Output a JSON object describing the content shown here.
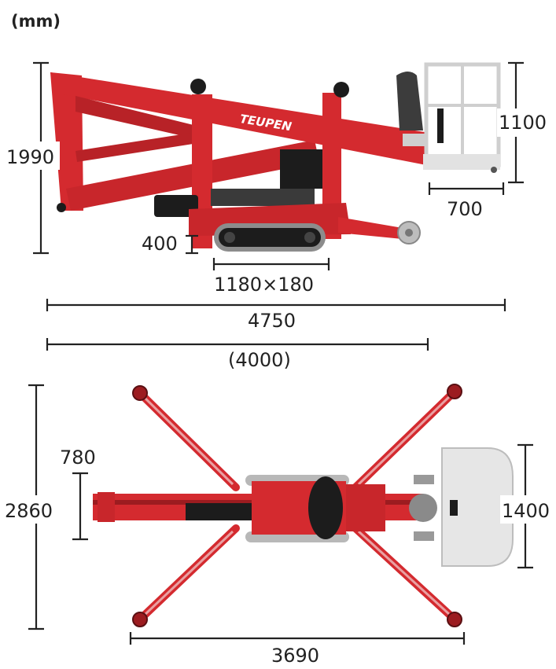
{
  "unit_label": "(mm)",
  "brand_text": "TEUPEN",
  "colors": {
    "machine_red": "#d42a2f",
    "dark_red": "#9c1c20",
    "track_black": "#1c1c1c",
    "basket_grey": "#dcdcdc",
    "dimension_line": "#222222"
  },
  "side_view": {
    "overall_height": "1990",
    "basket_height": "1100",
    "basket_width": "700",
    "ground_clearance": "400",
    "track_size": "1180×180",
    "overall_length": "4750",
    "transport_length": "(4000)"
  },
  "top_view": {
    "outrigger_width": "2860",
    "body_width": "780",
    "basket_width": "1400",
    "outrigger_length": "3690"
  }
}
